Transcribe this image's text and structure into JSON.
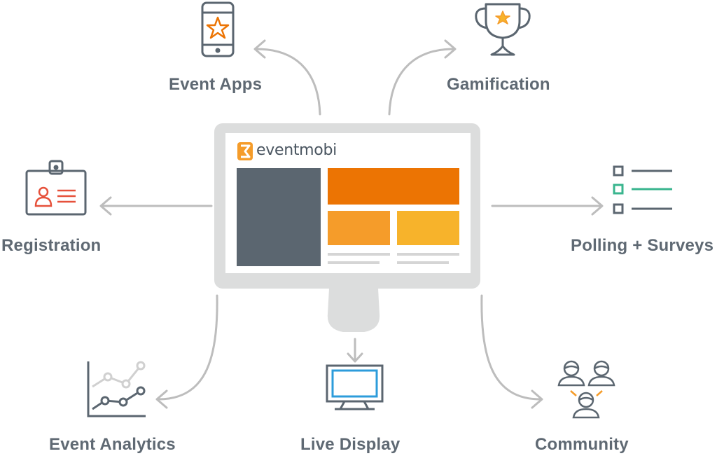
{
  "brand": {
    "name": "eventmobi",
    "colors": {
      "dark_orange": "#EC7403",
      "mid_orange": "#F59C2A",
      "yellow": "#F7B32B",
      "slate": "#5B6670",
      "monitor_bezel": "#DCDDDD",
      "arrow_gray": "#BDBDBD",
      "icon_gray": "#5B6670",
      "icon_accent_red": "#E6513B",
      "icon_accent_teal": "#39B58E",
      "icon_accent_blue": "#2D9CDB"
    }
  },
  "center": {
    "logo_text": "eventmobi",
    "icon": "monitor-icon"
  },
  "nodes": [
    {
      "key": "event_apps",
      "label": "Event Apps",
      "icon": "smartphone-star-icon"
    },
    {
      "key": "gamification",
      "label": "Gamification",
      "icon": "trophy-icon"
    },
    {
      "key": "registration",
      "label": "Registration",
      "icon": "id-badge-icon"
    },
    {
      "key": "polling",
      "label": "Polling + Surveys",
      "icon": "checklist-icon"
    },
    {
      "key": "analytics",
      "label": "Event Analytics",
      "icon": "line-chart-icon"
    },
    {
      "key": "live_display",
      "label": "Live Display",
      "icon": "tv-display-icon"
    },
    {
      "key": "community",
      "label": "Community",
      "icon": "people-network-icon"
    }
  ]
}
